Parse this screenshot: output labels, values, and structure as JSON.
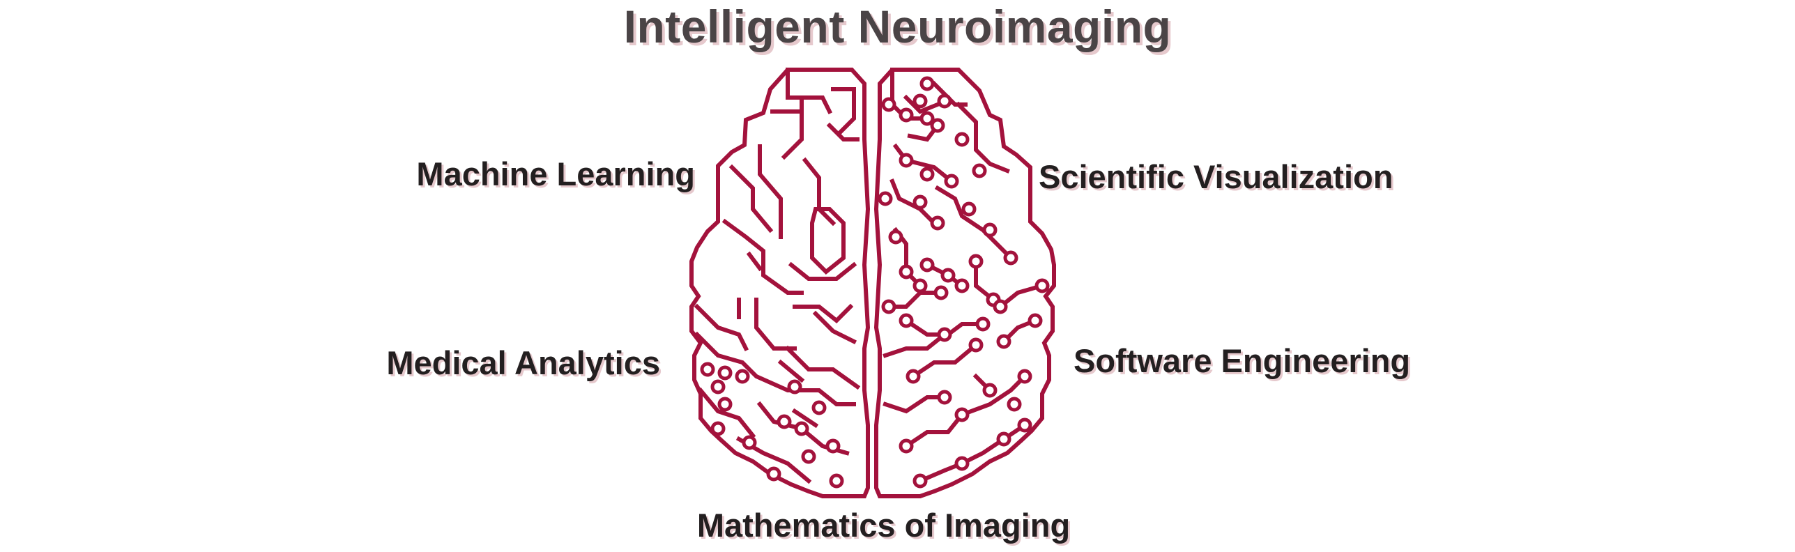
{
  "title": "Intelligent Neuroimaging",
  "labels": {
    "machine_learning": "Machine Learning",
    "medical_analytics": "Medical Analytics",
    "scientific_visualization": "Scientific Visualization",
    "software_engineering": "Software Engineering",
    "mathematics_of_imaging": "Mathematics of Imaging"
  },
  "colors": {
    "brain_stroke": "#a3123c",
    "text": "#231f20",
    "title_text": "#4a4446",
    "text_shadow": "#e6c9cd",
    "background": "#ffffff"
  },
  "icons": {
    "brain": "circuit-brain-icon"
  }
}
